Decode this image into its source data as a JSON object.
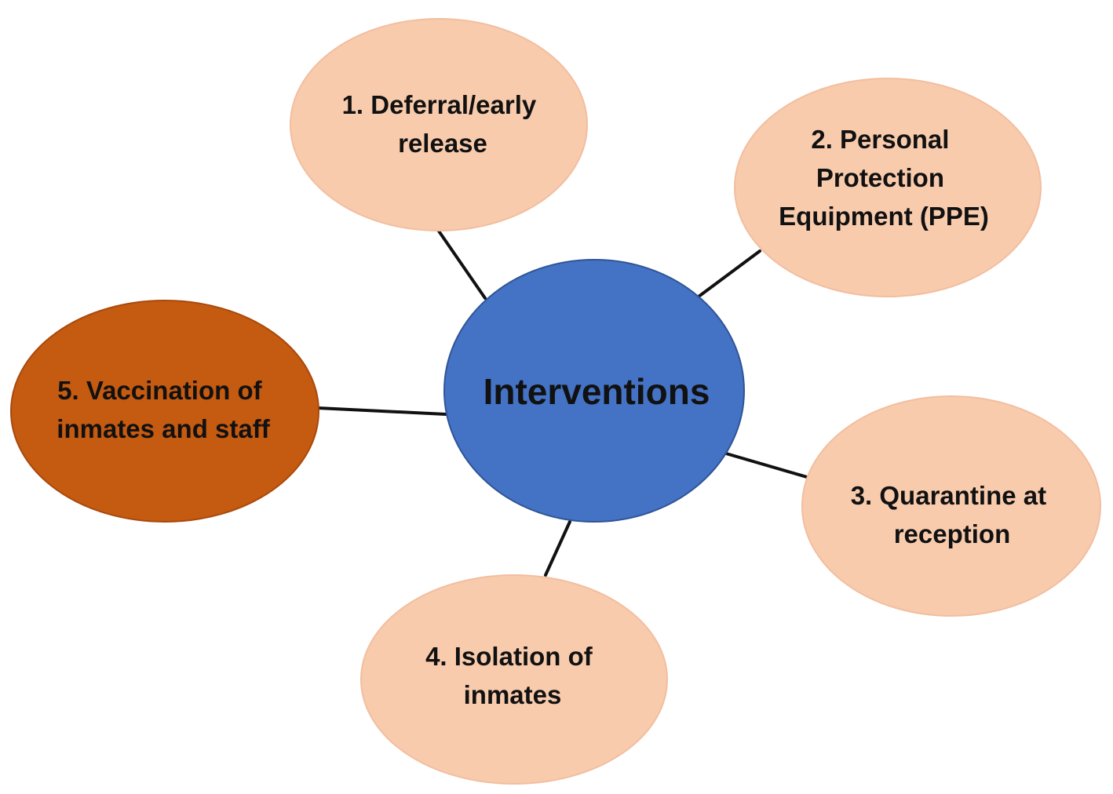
{
  "center": {
    "label": "Interventions",
    "fill": "#4472C4",
    "stroke": "#2F5597"
  },
  "nodes": [
    {
      "label": "1. Deferral/early release",
      "lines": [
        "1. Deferral/early",
        "release"
      ],
      "fill": "#F8CBAD",
      "stroke": "#F2BE9F"
    },
    {
      "label": "2. Personal Protection Equipment (PPE)",
      "lines": [
        "2. Personal",
        "Protection",
        "Equipment (PPE)"
      ],
      "fill": "#F8CBAD",
      "stroke": "#F2BE9F"
    },
    {
      "label": "3. Quarantine at reception",
      "lines": [
        "3. Quarantine at",
        "reception"
      ],
      "fill": "#F8CBAD",
      "stroke": "#F2BE9F"
    },
    {
      "label": "4. Isolation of inmates",
      "lines": [
        "4. Isolation of",
        "inmates"
      ],
      "fill": "#F8CBAD",
      "stroke": "#F2BE9F"
    },
    {
      "label": "5. Vaccination of inmates and staff",
      "lines": [
        "5. Vaccination of",
        "inmates and staff"
      ],
      "fill": "#C55A11",
      "stroke": "#A9490B"
    }
  ],
  "connector_color": "#111111"
}
